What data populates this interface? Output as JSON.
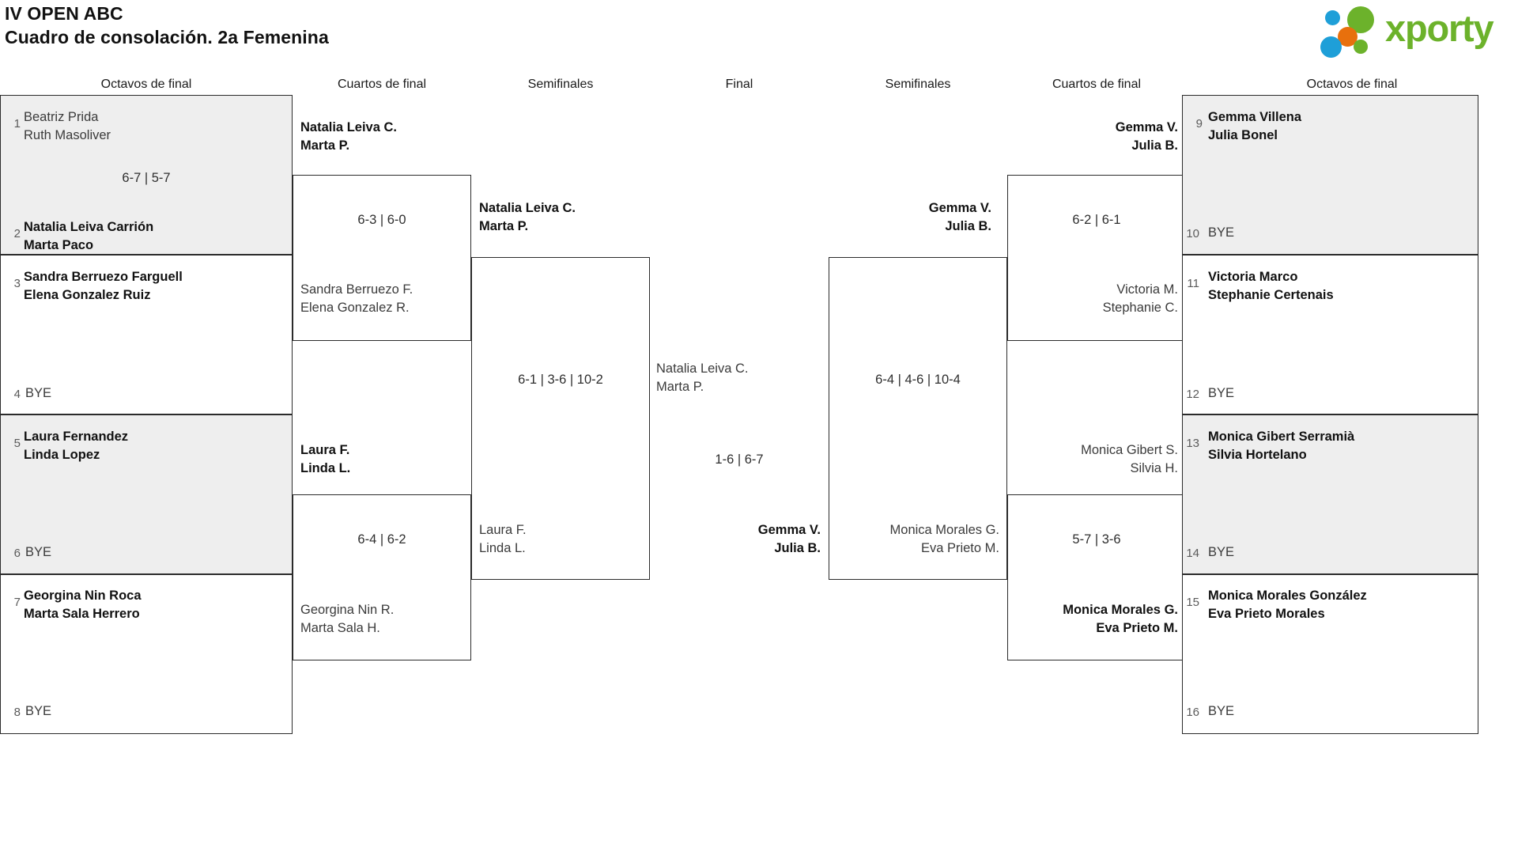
{
  "header": {
    "tournament": "IV OPEN ABC",
    "subtitle": "Cuadro de consolación. 2a Femenina",
    "logo_word": "xporty",
    "logo_colors": {
      "green": "#6cb22b",
      "blue": "#1e9fd8",
      "orange": "#e8700d"
    }
  },
  "round_headers": {
    "left_r16": "Octavos de final",
    "left_qf": "Cuartos de final",
    "left_sf": "Semifinales",
    "final": "Final",
    "right_sf": "Semifinales",
    "right_qf": "Cuartos de final",
    "right_r16": "Octavos de final"
  },
  "labels": {
    "bye": "BYE"
  },
  "left": {
    "r16": [
      {
        "seed": "1",
        "line1": "Beatriz Prida",
        "line2": "Ruth Masoliver",
        "winner": false,
        "bye": false
      },
      {
        "seed": "2",
        "line1": "Natalia Leiva Carrión",
        "line2": "Marta Paco",
        "winner": true,
        "bye": false
      },
      {
        "seed": "3",
        "line1": "Sandra Berruezo Farguell",
        "line2": "Elena Gonzalez Ruiz",
        "winner": true,
        "bye": false
      },
      {
        "seed": "4",
        "line1": "BYE",
        "line2": "",
        "winner": false,
        "bye": true
      },
      {
        "seed": "5",
        "line1": "Laura Fernandez",
        "line2": "Linda Lopez",
        "winner": true,
        "bye": false
      },
      {
        "seed": "6",
        "line1": "BYE",
        "line2": "",
        "winner": false,
        "bye": true
      },
      {
        "seed": "7",
        "line1": "Georgina Nin Roca",
        "line2": "Marta Sala Herrero",
        "winner": true,
        "bye": false
      },
      {
        "seed": "8",
        "line1": "BYE",
        "line2": "",
        "winner": false,
        "bye": true
      }
    ],
    "r16_scores": [
      "6-7 | 5-7",
      "",
      "",
      ""
    ],
    "qf": [
      {
        "line1": "Natalia Leiva C.",
        "line2": "Marta P.",
        "winner": true
      },
      {
        "line1": "Sandra Berruezo F.",
        "line2": "Elena Gonzalez R.",
        "winner": false
      },
      {
        "line1": "Laura F.",
        "line2": "Linda L.",
        "winner": true
      },
      {
        "line1": "Georgina Nin R.",
        "line2": "Marta Sala H.",
        "winner": false
      }
    ],
    "qf_scores": [
      "6-3 | 6-0",
      "6-4 | 6-2"
    ],
    "sf": [
      {
        "line1": "Natalia Leiva C.",
        "line2": "Marta P.",
        "winner": true
      },
      {
        "line1": "Laura F.",
        "line2": "Linda L.",
        "winner": false
      }
    ],
    "sf_scores": [
      "6-1 | 3-6 | 10-2"
    ]
  },
  "final": {
    "left_team": {
      "line1": "Natalia Leiva C.",
      "line2": "Marta P.",
      "winner": false
    },
    "right_team": {
      "line1": "Gemma V.",
      "line2": "Julia B.",
      "winner": true
    },
    "score": "1-6 | 6-7"
  },
  "right": {
    "sf": [
      {
        "line1": "Gemma V.",
        "line2": "Julia B.",
        "winner": true
      },
      {
        "line1": "Monica Morales G.",
        "line2": "Eva Prieto M.",
        "winner": false
      }
    ],
    "sf_scores": [
      "6-4 | 4-6 | 10-4"
    ],
    "qf": [
      {
        "line1": "Gemma V.",
        "line2": "Julia B.",
        "winner": true
      },
      {
        "line1": "Victoria M.",
        "line2": "Stephanie C.",
        "winner": false
      },
      {
        "line1": "Monica Gibert S.",
        "line2": "Silvia H.",
        "winner": false
      },
      {
        "line1": "Monica Morales G.",
        "line2": "Eva Prieto M.",
        "winner": true
      }
    ],
    "qf_scores": [
      "6-2 | 6-1",
      "5-7 | 3-6"
    ],
    "r16": [
      {
        "seed": "9",
        "line1": "Gemma Villena",
        "line2": "Julia Bonel",
        "winner": true,
        "bye": false
      },
      {
        "seed": "10",
        "line1": "BYE",
        "line2": "",
        "winner": false,
        "bye": true
      },
      {
        "seed": "11",
        "line1": "Victoria Marco",
        "line2": "Stephanie Certenais",
        "winner": true,
        "bye": false
      },
      {
        "seed": "12",
        "line1": "BYE",
        "line2": "",
        "winner": false,
        "bye": true
      },
      {
        "seed": "13",
        "line1": "Monica Gibert Serramià",
        "line2": "Silvia Hortelano",
        "winner": true,
        "bye": false
      },
      {
        "seed": "14",
        "line1": "BYE",
        "line2": "",
        "winner": false,
        "bye": true
      },
      {
        "seed": "15",
        "line1": "Monica Morales González",
        "line2": "Eva Prieto Morales",
        "winner": true,
        "bye": false
      },
      {
        "seed": "16",
        "line1": "BYE",
        "line2": "",
        "winner": false,
        "bye": true
      }
    ]
  }
}
